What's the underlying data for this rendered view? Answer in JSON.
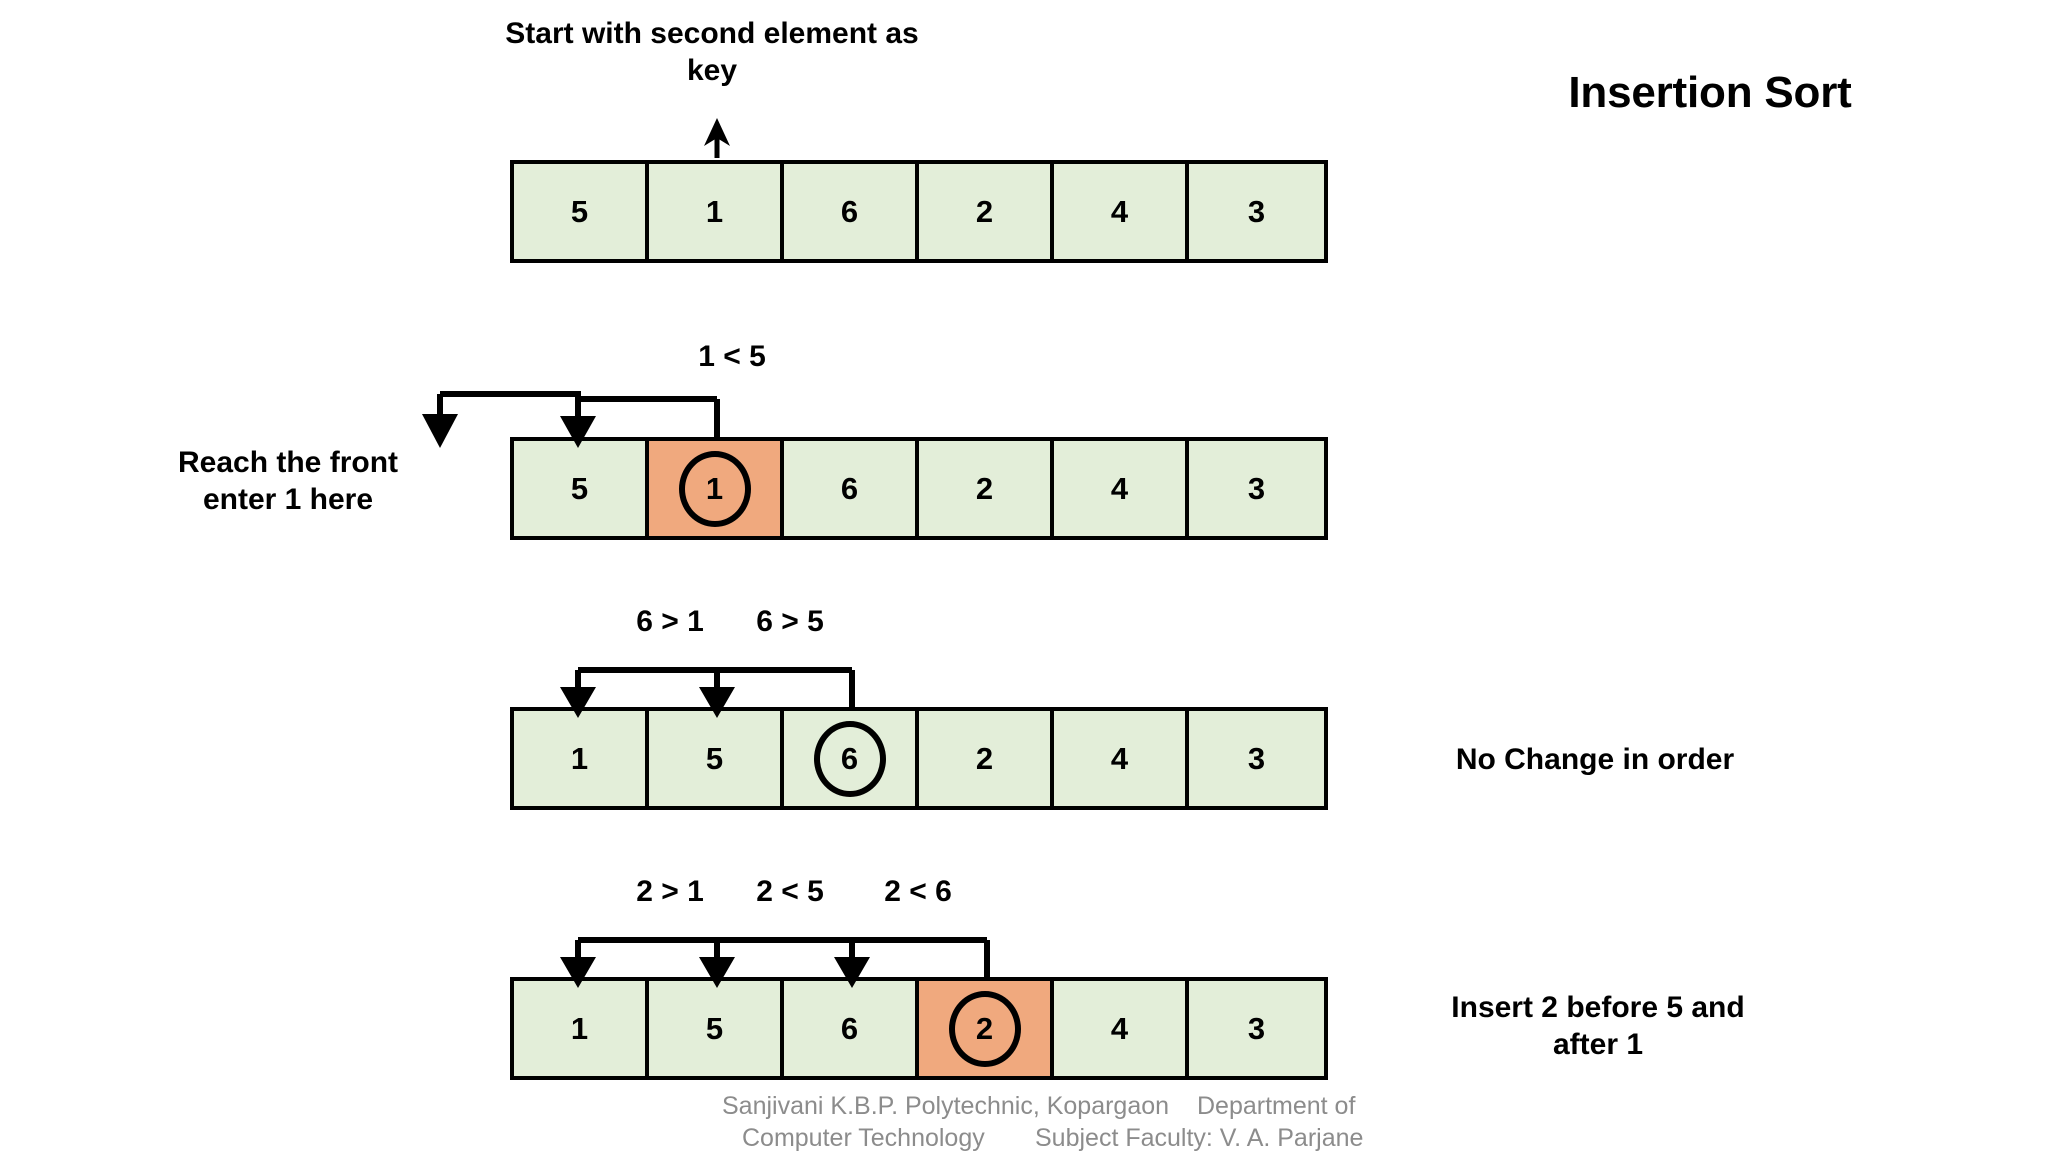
{
  "title": "Insertion Sort",
  "colors": {
    "cell_fill": "#E3EED9",
    "cell_highlight": "#F0A97E",
    "stroke": "#000000",
    "footer_text": "#8C8C8C",
    "background": "#FFFFFF"
  },
  "steps": [
    {
      "id": "step-1",
      "note": "Start with second element as key",
      "values": [
        "5",
        "1",
        "6",
        "2",
        "4",
        "3"
      ],
      "highlight_index": null,
      "circle_index": null,
      "comparisons": [],
      "right_label": null
    },
    {
      "id": "step-2",
      "note": "Reach the front\nenter 1 here",
      "values": [
        "5",
        "1",
        "6",
        "2",
        "4",
        "3"
      ],
      "highlight_index": 1,
      "circle_index": 1,
      "comparisons": [
        "1 < 5"
      ],
      "right_label": null
    },
    {
      "id": "step-3",
      "note": null,
      "values": [
        "1",
        "5",
        "6",
        "2",
        "4",
        "3"
      ],
      "highlight_index": null,
      "circle_index": 2,
      "comparisons": [
        "6 > 1",
        "6 > 5"
      ],
      "right_label": "No Change in order"
    },
    {
      "id": "step-4",
      "note": null,
      "values": [
        "1",
        "5",
        "6",
        "2",
        "4",
        "3"
      ],
      "highlight_index": 3,
      "circle_index": 3,
      "comparisons": [
        "2 > 1",
        "2 < 5",
        "2 < 6"
      ],
      "right_label": "Insert 2 before 5 and\nafter 1"
    }
  ],
  "footer": {
    "line1_left": "Sanjivani K.B.P. Polytechnic, Kopargaon",
    "line1_right": "Department of",
    "line2_left": "Computer Technology",
    "line2_right": "Subject Faculty: V. A. Parjane"
  }
}
